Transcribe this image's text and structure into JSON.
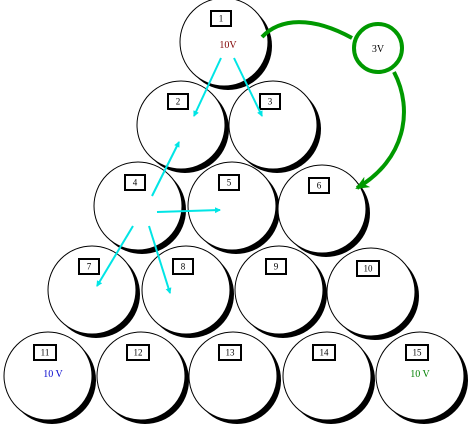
{
  "nodes": [
    {
      "id": 1,
      "label": "1",
      "value": "10V",
      "value_color": "#800000"
    },
    {
      "id": 2,
      "label": "2",
      "value": "",
      "value_color": ""
    },
    {
      "id": 3,
      "label": "3",
      "value": "",
      "value_color": ""
    },
    {
      "id": 4,
      "label": "4",
      "value": "",
      "value_color": ""
    },
    {
      "id": 5,
      "label": "5",
      "value": "",
      "value_color": ""
    },
    {
      "id": 6,
      "label": "6",
      "value": "",
      "value_color": ""
    },
    {
      "id": 7,
      "label": "7",
      "value": "",
      "value_color": ""
    },
    {
      "id": 8,
      "label": "8",
      "value": "",
      "value_color": ""
    },
    {
      "id": 9,
      "label": "9",
      "value": "",
      "value_color": ""
    },
    {
      "id": 10,
      "label": "10",
      "value": "",
      "value_color": ""
    },
    {
      "id": 11,
      "label": "11",
      "value": "10 V",
      "value_color": "#0000cc"
    },
    {
      "id": 12,
      "label": "12",
      "value": "",
      "value_color": ""
    },
    {
      "id": 13,
      "label": "13",
      "value": "",
      "value_color": ""
    },
    {
      "id": 14,
      "label": "14",
      "value": "",
      "value_color": ""
    },
    {
      "id": 15,
      "label": "15",
      "value": "10 V",
      "value_color": "#008000"
    }
  ],
  "transfer": {
    "label": "3V",
    "from": 1,
    "to": 6,
    "color": "#009900"
  },
  "flow_arrows": [
    {
      "from": 1,
      "to": 2
    },
    {
      "from": 1,
      "to": 3
    },
    {
      "from": 4,
      "to": 2
    },
    {
      "from": 4,
      "to": 5
    },
    {
      "from": 4,
      "to": 7
    },
    {
      "from": 4,
      "to": 8
    }
  ],
  "colors": {
    "flow_arrow": "#00e5e5",
    "shadow": "#000000",
    "circle_fill": "#ffffff",
    "circle_stroke": "#000000"
  }
}
